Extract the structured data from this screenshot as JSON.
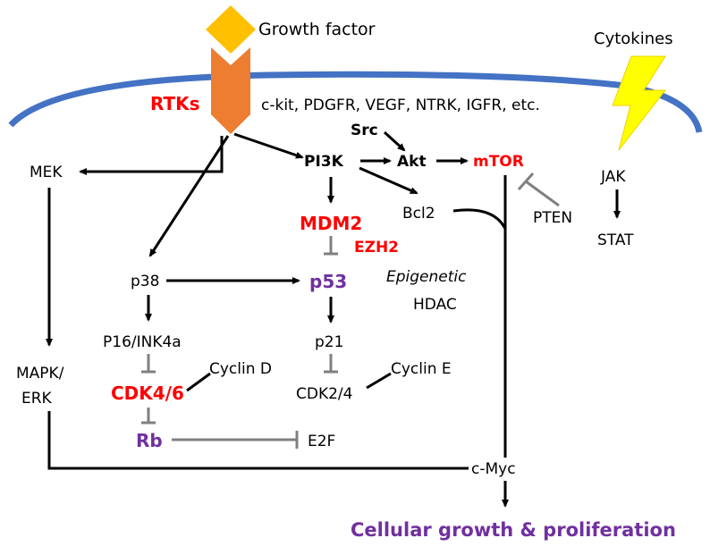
{
  "labels": {
    "growth_factor": "Growth factor",
    "cytokines": "Cytokines",
    "rtks": "RTKs",
    "receptors": "c-kit, PDGFR, VEGF, NTRK, IGFR, etc.",
    "src": "Src",
    "pi3k": "PI3K",
    "akt": "Akt",
    "mtor": "mTOR",
    "mek": "MEK",
    "jak": "JAK",
    "stat": "STAT",
    "bcl2": "Bcl2",
    "pten": "PTEN",
    "mdm2": "MDM2",
    "ezh2": "EZH2",
    "p38": "p38",
    "p53": "p53",
    "epigenetic": "Epigenetic",
    "hdac": "HDAC",
    "p16": "P16/INK4a",
    "p21": "p21",
    "mapk": "MAPK/",
    "erk": "ERK",
    "cyclin_d": "Cyclin D",
    "cyclin_e": "Cyclin E",
    "cdk46": "CDK4/6",
    "cdk24": "CDK2/4",
    "rb": "Rb",
    "e2f": "E2F",
    "cmyc": "c-Myc",
    "output": "Cellular growth & proliferation"
  },
  "colors": {
    "membrane": "#4472c4",
    "growth_factor_diamond": "#ffc000",
    "receptor": "#ed7d31",
    "lightning": "#ffff00",
    "oncogene_red": "#ff0000",
    "suppressor_purple": "#7030a0",
    "inhibition_gray": "#808080"
  }
}
